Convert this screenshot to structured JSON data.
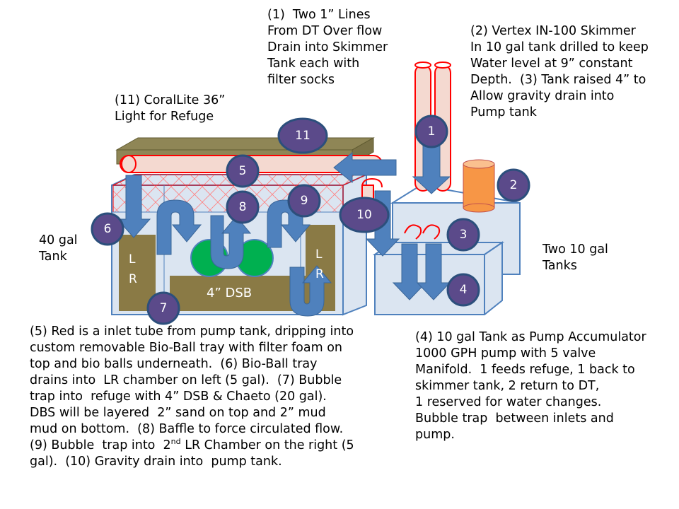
{
  "labels": {
    "note1": "(1)  Two 1” Lines\nFrom DT Over flow\nDrain into Skimmer\nTank each with\nfilter socks",
    "note2": "(2) Vertex IN-100 Skimmer\nIn 10 gal tank drilled to keep\nWater level at 9” constant\nDepth.  (3) Tank raised 4” to\nAllow gravity drain into\nPump tank",
    "note11": "(11) CoralLite 36”\nLight for Refuge",
    "tank40": "40 gal\nTank",
    "tanks10": "Two 10 gal\nTanks",
    "note_left_html": "(5) Red is a inlet tube from pump tank, dripping into<br>custom removable Bio-Ball tray with filter foam on<br>top and bio balls underneath.  (6) Bio-Ball tray<br>drains into  LR chamber on left (5 gal).  (7) Bubble<br>trap into  refuge with 4” DSB &amp; Chaeto (20 gal).<br>DBS will be layered  2” sand on top and 2” mud<br>mud on bottom.  (8) Baffle to force circulated flow.<br>(9) Bubble  trap into  2<sup style=\"font-size:11px;line-height:0\">nd</sup> LR Chamber on the right (5<br>gal).  (10) Gravity drain into  pump tank.",
    "note4": "(4) 10 gal Tank as Pump Accumulator\n1000 GPH pump with 5 valve\nManifold.  1 feeds refuge, 1 back to\nskimmer tank, 2 return to DT,\n1 reserved for water changes.\nBubble trap  between inlets and\npump.",
    "lr_left": "L\nR",
    "lr_right": "L\nR",
    "dsb": "4” DSB"
  },
  "badges": [
    "1",
    "2",
    "3",
    "4",
    "5",
    "6",
    "7",
    "8",
    "9",
    "10",
    "11"
  ],
  "colors": {
    "badge_fill": "#5b4a8a",
    "badge_stroke": "#2c4f7c",
    "arrow_fill": "#4f81bd",
    "arrow_stroke": "#3a6699",
    "tank_fill": "#dbe5f1",
    "lr_fill": "#8a7a45",
    "dsb_fill": "#8a7a45",
    "chaeto_fill": "#00b050",
    "light_fill": "#8f8656",
    "tube_red": "#ff0000",
    "tube_fill": "#f4d9d0",
    "skimmer_fill": "#f79646"
  }
}
